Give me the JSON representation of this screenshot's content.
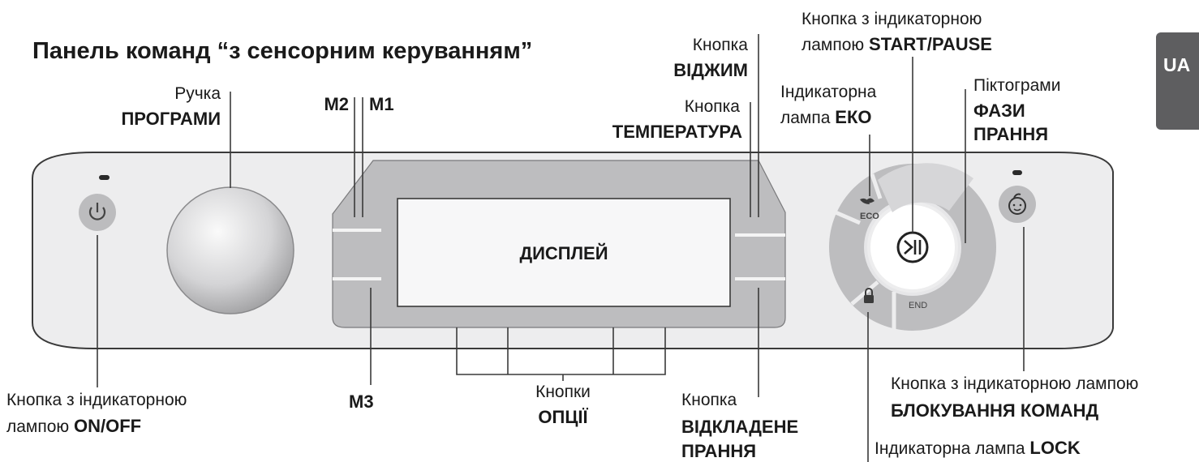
{
  "title": "Панель команд “з сенсорним керуванням”",
  "lang_tab": "UA",
  "panel": {
    "display_text": "ДИСПЛЕЙ",
    "eco_icon_text": "ECO",
    "end_icon_text": "END"
  },
  "labels": {
    "start_pause": {
      "line1": "Кнопка з індикаторною",
      "line2_regular": "лампою ",
      "line2_bold": "START/PAUSE"
    },
    "spin": {
      "line1": "Кнопка",
      "line2": "ВІДЖИМ"
    },
    "program_knob": {
      "line1": "Ручка",
      "line2": "ПРОГРАМИ"
    },
    "m2": "M2",
    "m1": "M1",
    "m3": "M3",
    "temperature": {
      "line1": "Кнопка",
      "line2": "ТЕМПЕРАТУРА"
    },
    "eco_lamp": {
      "line1": "Індикаторна",
      "line2_regular": "лампа ",
      "line2_bold": "ЕКО"
    },
    "wash_phases": {
      "line1": "Піктограми",
      "line2": "ФАЗИ",
      "line3": "ПРАННЯ"
    },
    "on_off": {
      "line1": "Кнопка з індикаторною",
      "line2_regular": "лампою ",
      "line2_bold": "ON/OFF"
    },
    "options": {
      "line1": "Кнопки",
      "line2": "ОПЦІЇ"
    },
    "delay": {
      "line1": "Кнопка",
      "line2": "ВІДКЛАДЕНЕ",
      "line3": "ПРАННЯ"
    },
    "key_lock": {
      "line1": "Кнопка з індикаторною лампою",
      "line2": "БЛОКУВАННЯ КОМАНД"
    },
    "lock_lamp": {
      "line_regular": "Індикаторна лампа ",
      "line_bold": "LOCK"
    }
  },
  "colors": {
    "panel_fill": "#ededee",
    "panel_stroke": "#3a3a3a",
    "frame_fill": "#bdbdbf",
    "display_fill": "#f7f7f8",
    "tab_fill": "#5e5e60",
    "icon_dark": "#3b3b3b"
  },
  "icons": {
    "power": "power-icon",
    "baby_lock": "child-lock-icon",
    "start_pause": "play-pause-icon",
    "lock": "padlock-icon",
    "eco": "leaf-icon"
  }
}
